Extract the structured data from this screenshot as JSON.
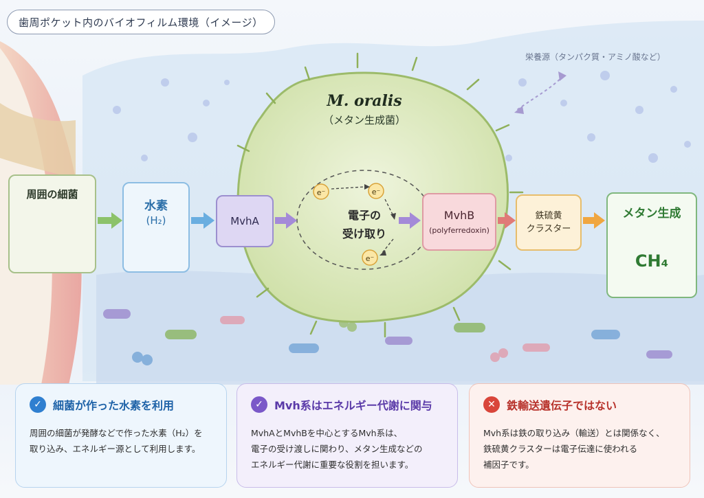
{
  "title": "歯周ポケット内のバイオフィルム環境（イメージ）",
  "nutrient_label": "栄養源（タンパク質・アミノ酸など）",
  "organism": {
    "species": "M. oralis",
    "desc": "（メタン生成菌）"
  },
  "flow": {
    "bacteria": "周囲の細菌",
    "hydrogen": {
      "label": "水素",
      "formula": "(H₂)"
    },
    "mvha": "MvhA",
    "electron_transfer": {
      "line1": "電子の",
      "line2": "受け取り"
    },
    "electron_symbol": "e⁻",
    "mvhb": {
      "label": "MvhB",
      "sub": "(polyferredoxin)"
    },
    "fe_s": {
      "line1": "鉄硫黄",
      "line2": "クラスター"
    },
    "methane": {
      "label": "メタン生成",
      "formula": "CH₄"
    }
  },
  "panels": [
    {
      "icon": "check-icon",
      "title": "細菌が作った水素を利用",
      "lines": [
        "周囲の細菌が発酵などで作った水素（H₂）を",
        "取り込み、エネルギー源として利用します。"
      ]
    },
    {
      "icon": "check-icon",
      "title": "Mvh系はエネルギー代謝に関与",
      "lines": [
        "MvhAとMvhBを中心とするMvh系は、",
        "電子の受け渡しに関わり、メタン生成などの",
        "エネルギー代謝に重要な役割を担います。"
      ]
    },
    {
      "icon": "cross-icon",
      "title": "鉄輸送遺伝子ではない",
      "lines": [
        "Mvh系は鉄の取り込み（輸送）とは関係なく、",
        "鉄硫黄クラスターは電子伝達に使われる",
        "補因子です。"
      ]
    }
  ],
  "colors": {
    "hydrogen": "#2a6ea8",
    "methane": "#2f7a33",
    "check": "#2f7fd0",
    "mvh": "#7a58c8",
    "cross": "#d9453a"
  }
}
